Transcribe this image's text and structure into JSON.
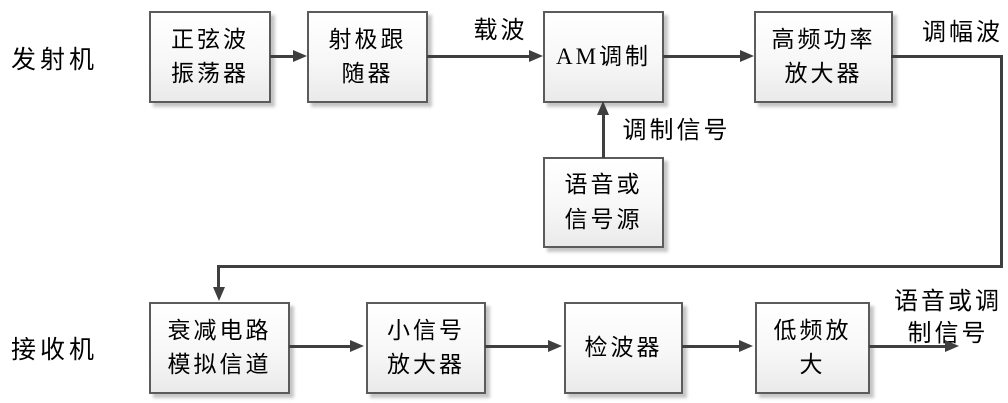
{
  "diagram": {
    "title_hint": "AM transmit/receive block diagram",
    "side_labels": {
      "transmitter": "发射机",
      "receiver": "接收机"
    },
    "blocks": {
      "oscillator": "正弦波\n振荡器",
      "emitter_follower": "射极跟\n随器",
      "am_modulator": "AM调制",
      "hf_power_amp": "高频功率\n放大器",
      "signal_source": "语音或\n信号源",
      "attenuator_channel": "衰减电路\n模拟信道",
      "small_signal_amp": "小信号\n放大器",
      "detector": "检波器",
      "lf_amp": "低频放\n大"
    },
    "signal_labels": {
      "carrier": "载波",
      "am_wave": "调幅波",
      "modulating_signal": "调制信号",
      "output_signal": "语音或调\n制信号"
    },
    "colors": {
      "line": "#3f3f3f",
      "box_border": "#5b5b5b",
      "box_fill_top": "#ffffff",
      "box_fill_bottom": "#eaeaea",
      "shadow": "#c6c6c6",
      "text": "#000000",
      "background": "#ffffff"
    }
  }
}
